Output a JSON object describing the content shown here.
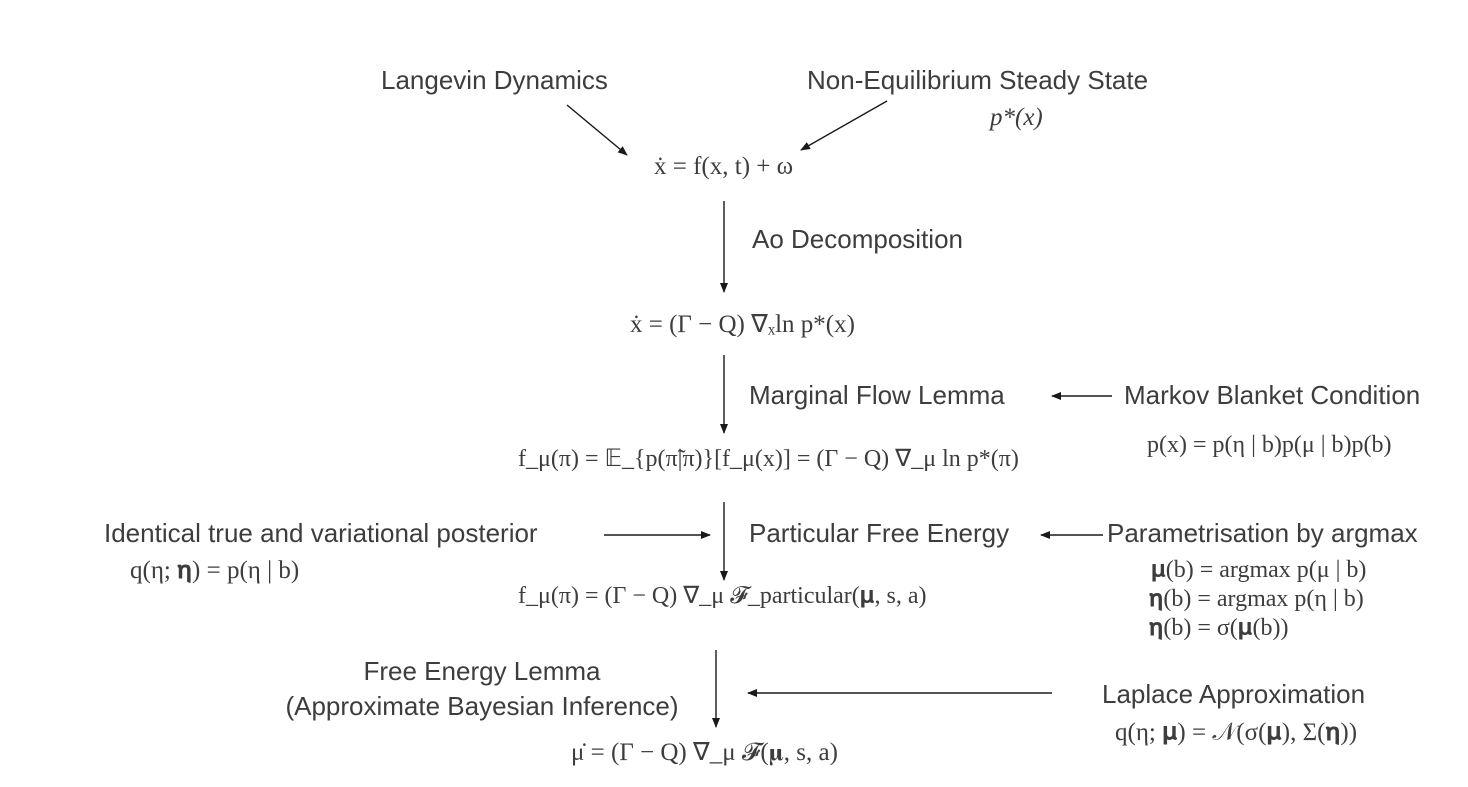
{
  "colors": {
    "text": "#3d3d3d",
    "arrow": "#1a1a1a",
    "background": "#ffffff"
  },
  "labels": {
    "langevin": "Langevin Dynamics",
    "ness": "Non-Equilibrium Steady State",
    "ao": "Ao Decomposition",
    "marginal_flow": "Marginal Flow Lemma",
    "markov_blanket": "Markov Blanket Condition",
    "identical_posterior": "Identical true and variational posterior",
    "particular_fe": "Particular Free Energy",
    "param_argmax": "Parametrisation by argmax",
    "fe_lemma_line1": "Free Energy Lemma",
    "fe_lemma_line2": "(Approximate Bayesian Inference)",
    "laplace": "Laplace Approximation"
  },
  "equations": {
    "ness_p": "p*(x)",
    "langevin_eq": "ẋ = f(x, t) + ω",
    "ao_eq": "ẋ = (Γ − Q) ∇ₓln p*(x)",
    "marginal_eq": "f_μ(π) = 𝔼_{p(π̃|π)}[f_μ(x)] = (Γ − Q) ∇_μ ln p*(π)",
    "markov_eq": "p(x) = p(η | b)p(μ | b)p(b)",
    "posterior_eq": "q(η; 𝛈) = p(η | b)",
    "particular_eq": "f_μ(π) = (Γ − Q) ∇_μ 𝓕_particular(𝛍, s, a)",
    "argmax_eq1": "𝛍(b) = argmax p(μ | b)",
    "argmax_eq2": "𝛈(b) = argmax p(η | b)",
    "argmax_eq3": "𝛈(b) = σ(𝛍(b))",
    "final_eq": "μ̇ = (Γ − Q) ∇_μ 𝓕(𝛍, s, a)",
    "laplace_eq": "q(η; 𝛍) = 𝒩(σ(𝛍), Σ(𝛈))"
  }
}
